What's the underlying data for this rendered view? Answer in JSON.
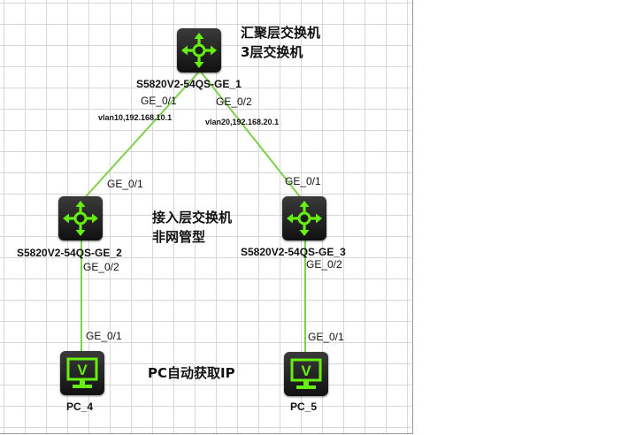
{
  "devices": {
    "core": {
      "name": "S5820V2-54QS-GE_1",
      "icon": "switch-icon"
    },
    "access_left": {
      "name": "S5820V2-54QS-GE_2",
      "icon": "switch-icon"
    },
    "access_right": {
      "name": "S5820V2-54QS-GE_3",
      "icon": "switch-icon"
    },
    "pc_left": {
      "name": "PC_4",
      "icon": "pc-monitor-icon"
    },
    "pc_right": {
      "name": "PC_5",
      "icon": "pc-monitor-icon"
    }
  },
  "links": {
    "core_left": {
      "core_port": "GE_0/1",
      "access_port": "GE_0/1",
      "vlan": "vlan10,192.168.10.1"
    },
    "core_right": {
      "core_port": "GE_0/2",
      "access_port": "GE_0/1",
      "vlan": "vlan20,192.168.20.1"
    },
    "left_pc": {
      "switch_port": "GE_0/2",
      "pc_port": "GE_0/1"
    },
    "right_pc": {
      "switch_port": "GE_0/2",
      "pc_port": "GE_0/1"
    }
  },
  "notes": {
    "core_line1": "汇聚层交换机",
    "core_line2": "3层交换机",
    "access_line1": "接入层交换机",
    "access_line2": "非网管型",
    "pc_note": "PC自动获取IP"
  },
  "colors": {
    "link": "#7fcf4a",
    "icon_green": "#66ee11",
    "device_body": "#1c1c1c",
    "grid": "#d8d8d8"
  }
}
